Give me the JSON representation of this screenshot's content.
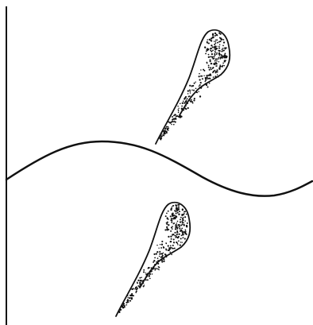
{
  "figure": {
    "background_color": "#ffffff",
    "ink_color": "#111111",
    "elements": [
      "left-boundary-line",
      "wave-curve",
      "upper-droplet-stipple",
      "lower-droplet-stipple"
    ]
  }
}
